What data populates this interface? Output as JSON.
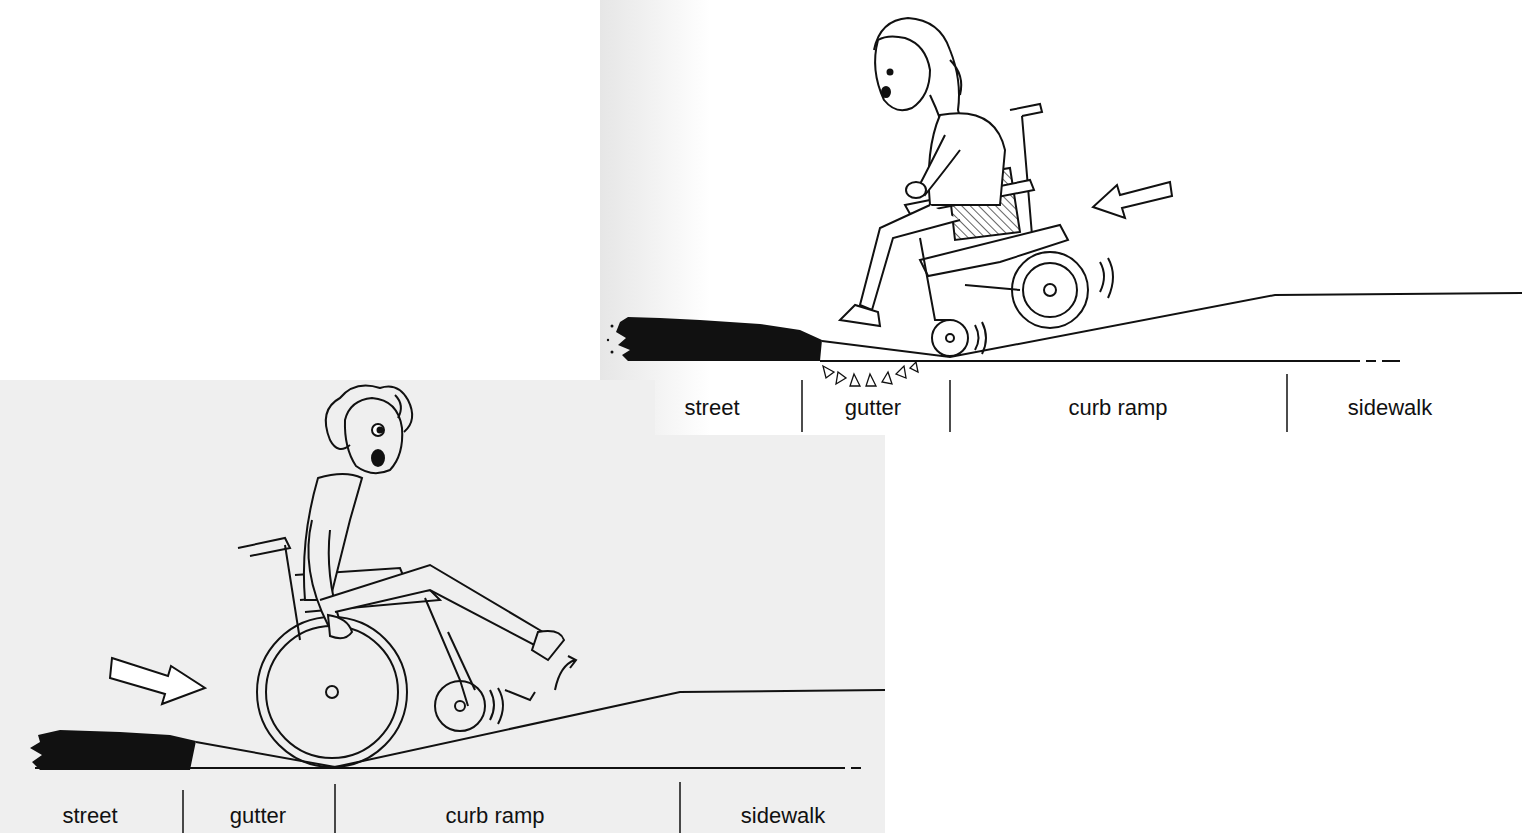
{
  "diagram": {
    "labels": [
      "street",
      "gutter",
      "curb ramp",
      "sidewalk",
      "street",
      "gutter",
      "curb ramp",
      "sidewalk"
    ]
  }
}
